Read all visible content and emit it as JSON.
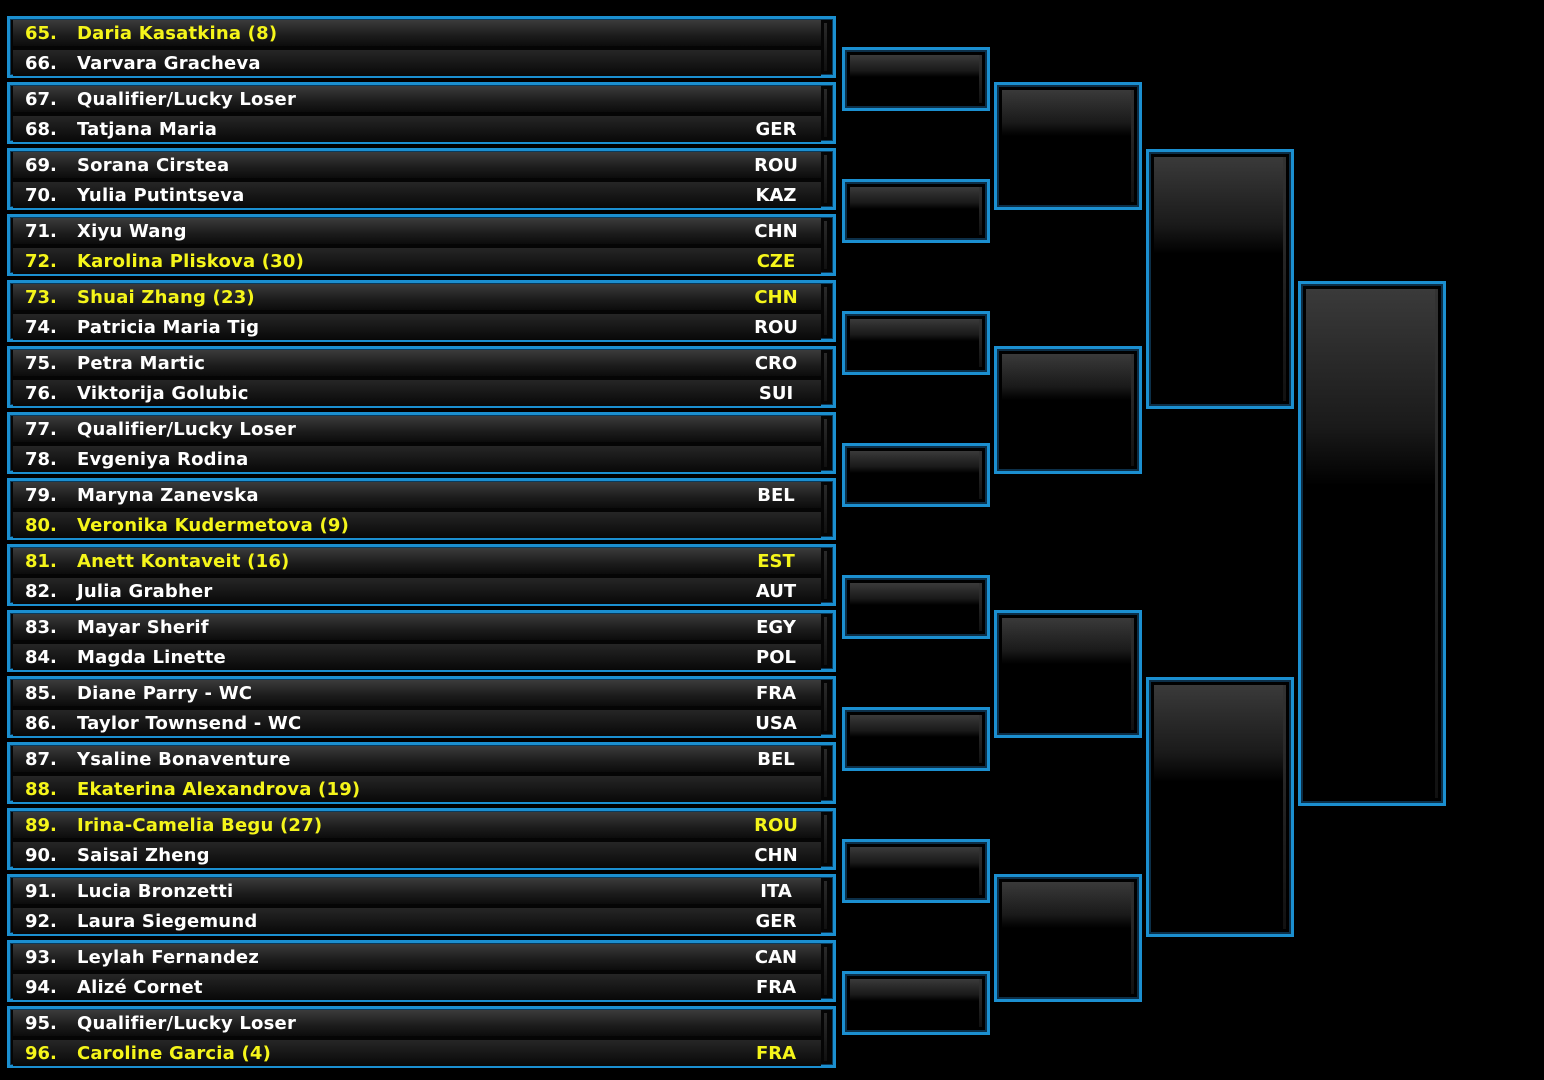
{
  "colors": {
    "border": "#1b8fd0",
    "seeded_text": "#f5f51a",
    "text": "#ffffff",
    "background": "#000000"
  },
  "matches": [
    {
      "p1": {
        "num": "65.",
        "name": "Daria Kasatkina (8)",
        "country": "",
        "seeded": true
      },
      "p2": {
        "num": "66.",
        "name": "Varvara Gracheva",
        "country": "",
        "seeded": false
      }
    },
    {
      "p1": {
        "num": "67.",
        "name": "Qualifier/Lucky Loser",
        "country": "",
        "seeded": false
      },
      "p2": {
        "num": "68.",
        "name": "Tatjana Maria",
        "country": "GER",
        "seeded": false
      }
    },
    {
      "p1": {
        "num": "69.",
        "name": "Sorana Cirstea",
        "country": "ROU",
        "seeded": false
      },
      "p2": {
        "num": "70.",
        "name": "Yulia Putintseva",
        "country": "KAZ",
        "seeded": false
      }
    },
    {
      "p1": {
        "num": "71.",
        "name": "Xiyu Wang",
        "country": "CHN",
        "seeded": false
      },
      "p2": {
        "num": "72.",
        "name": "Karolina Pliskova (30)",
        "country": "CZE",
        "seeded": true
      }
    },
    {
      "p1": {
        "num": "73.",
        "name": "Shuai Zhang (23)",
        "country": "CHN",
        "seeded": true
      },
      "p2": {
        "num": "74.",
        "name": "Patricia Maria Tig",
        "country": "ROU",
        "seeded": false
      }
    },
    {
      "p1": {
        "num": "75.",
        "name": "Petra Martic",
        "country": "CRO",
        "seeded": false
      },
      "p2": {
        "num": "76.",
        "name": "Viktorija Golubic",
        "country": "SUI",
        "seeded": false
      }
    },
    {
      "p1": {
        "num": "77.",
        "name": "Qualifier/Lucky Loser",
        "country": "",
        "seeded": false
      },
      "p2": {
        "num": "78.",
        "name": "Evgeniya Rodina",
        "country": "",
        "seeded": false
      }
    },
    {
      "p1": {
        "num": "79.",
        "name": "Maryna Zanevska",
        "country": "BEL",
        "seeded": false
      },
      "p2": {
        "num": "80.",
        "name": "Veronika Kudermetova (9)",
        "country": "",
        "seeded": true
      }
    },
    {
      "p1": {
        "num": "81.",
        "name": "Anett Kontaveit (16)",
        "country": "EST",
        "seeded": true
      },
      "p2": {
        "num": "82.",
        "name": "Julia Grabher",
        "country": "AUT",
        "seeded": false
      }
    },
    {
      "p1": {
        "num": "83.",
        "name": "Mayar Sherif",
        "country": "EGY",
        "seeded": false
      },
      "p2": {
        "num": "84.",
        "name": "Magda Linette",
        "country": "POL",
        "seeded": false
      }
    },
    {
      "p1": {
        "num": "85.",
        "name": "Diane Parry - WC",
        "country": "FRA",
        "seeded": false
      },
      "p2": {
        "num": "86.",
        "name": "Taylor Townsend - WC",
        "country": "USA",
        "seeded": false
      }
    },
    {
      "p1": {
        "num": "87.",
        "name": "Ysaline Bonaventure",
        "country": "BEL",
        "seeded": false
      },
      "p2": {
        "num": "88.",
        "name": "Ekaterina Alexandrova (19)",
        "country": "",
        "seeded": true
      }
    },
    {
      "p1": {
        "num": "89.",
        "name": "Irina-Camelia Begu (27)",
        "country": "ROU",
        "seeded": true
      },
      "p2": {
        "num": "90.",
        "name": "Saisai Zheng",
        "country": "CHN",
        "seeded": false
      }
    },
    {
      "p1": {
        "num": "91.",
        "name": "Lucia Bronzetti",
        "country": "ITA",
        "seeded": false
      },
      "p2": {
        "num": "92.",
        "name": "Laura Siegemund",
        "country": "GER",
        "seeded": false
      }
    },
    {
      "p1": {
        "num": "93.",
        "name": "Leylah Fernandez",
        "country": "CAN",
        "seeded": false
      },
      "p2": {
        "num": "94.",
        "name": "Alizé Cornet",
        "country": "FRA",
        "seeded": false
      }
    },
    {
      "p1": {
        "num": "95.",
        "name": "Qualifier/Lucky Loser",
        "country": "",
        "seeded": false
      },
      "p2": {
        "num": "96.",
        "name": "Caroline Garcia (4)",
        "country": "FRA",
        "seeded": true
      }
    }
  ],
  "rounds": [
    {
      "name": "round-2",
      "slots": 8
    },
    {
      "name": "round-3",
      "slots": 4
    },
    {
      "name": "round-4",
      "slots": 2
    },
    {
      "name": "quarterfinal",
      "slots": 1
    }
  ]
}
